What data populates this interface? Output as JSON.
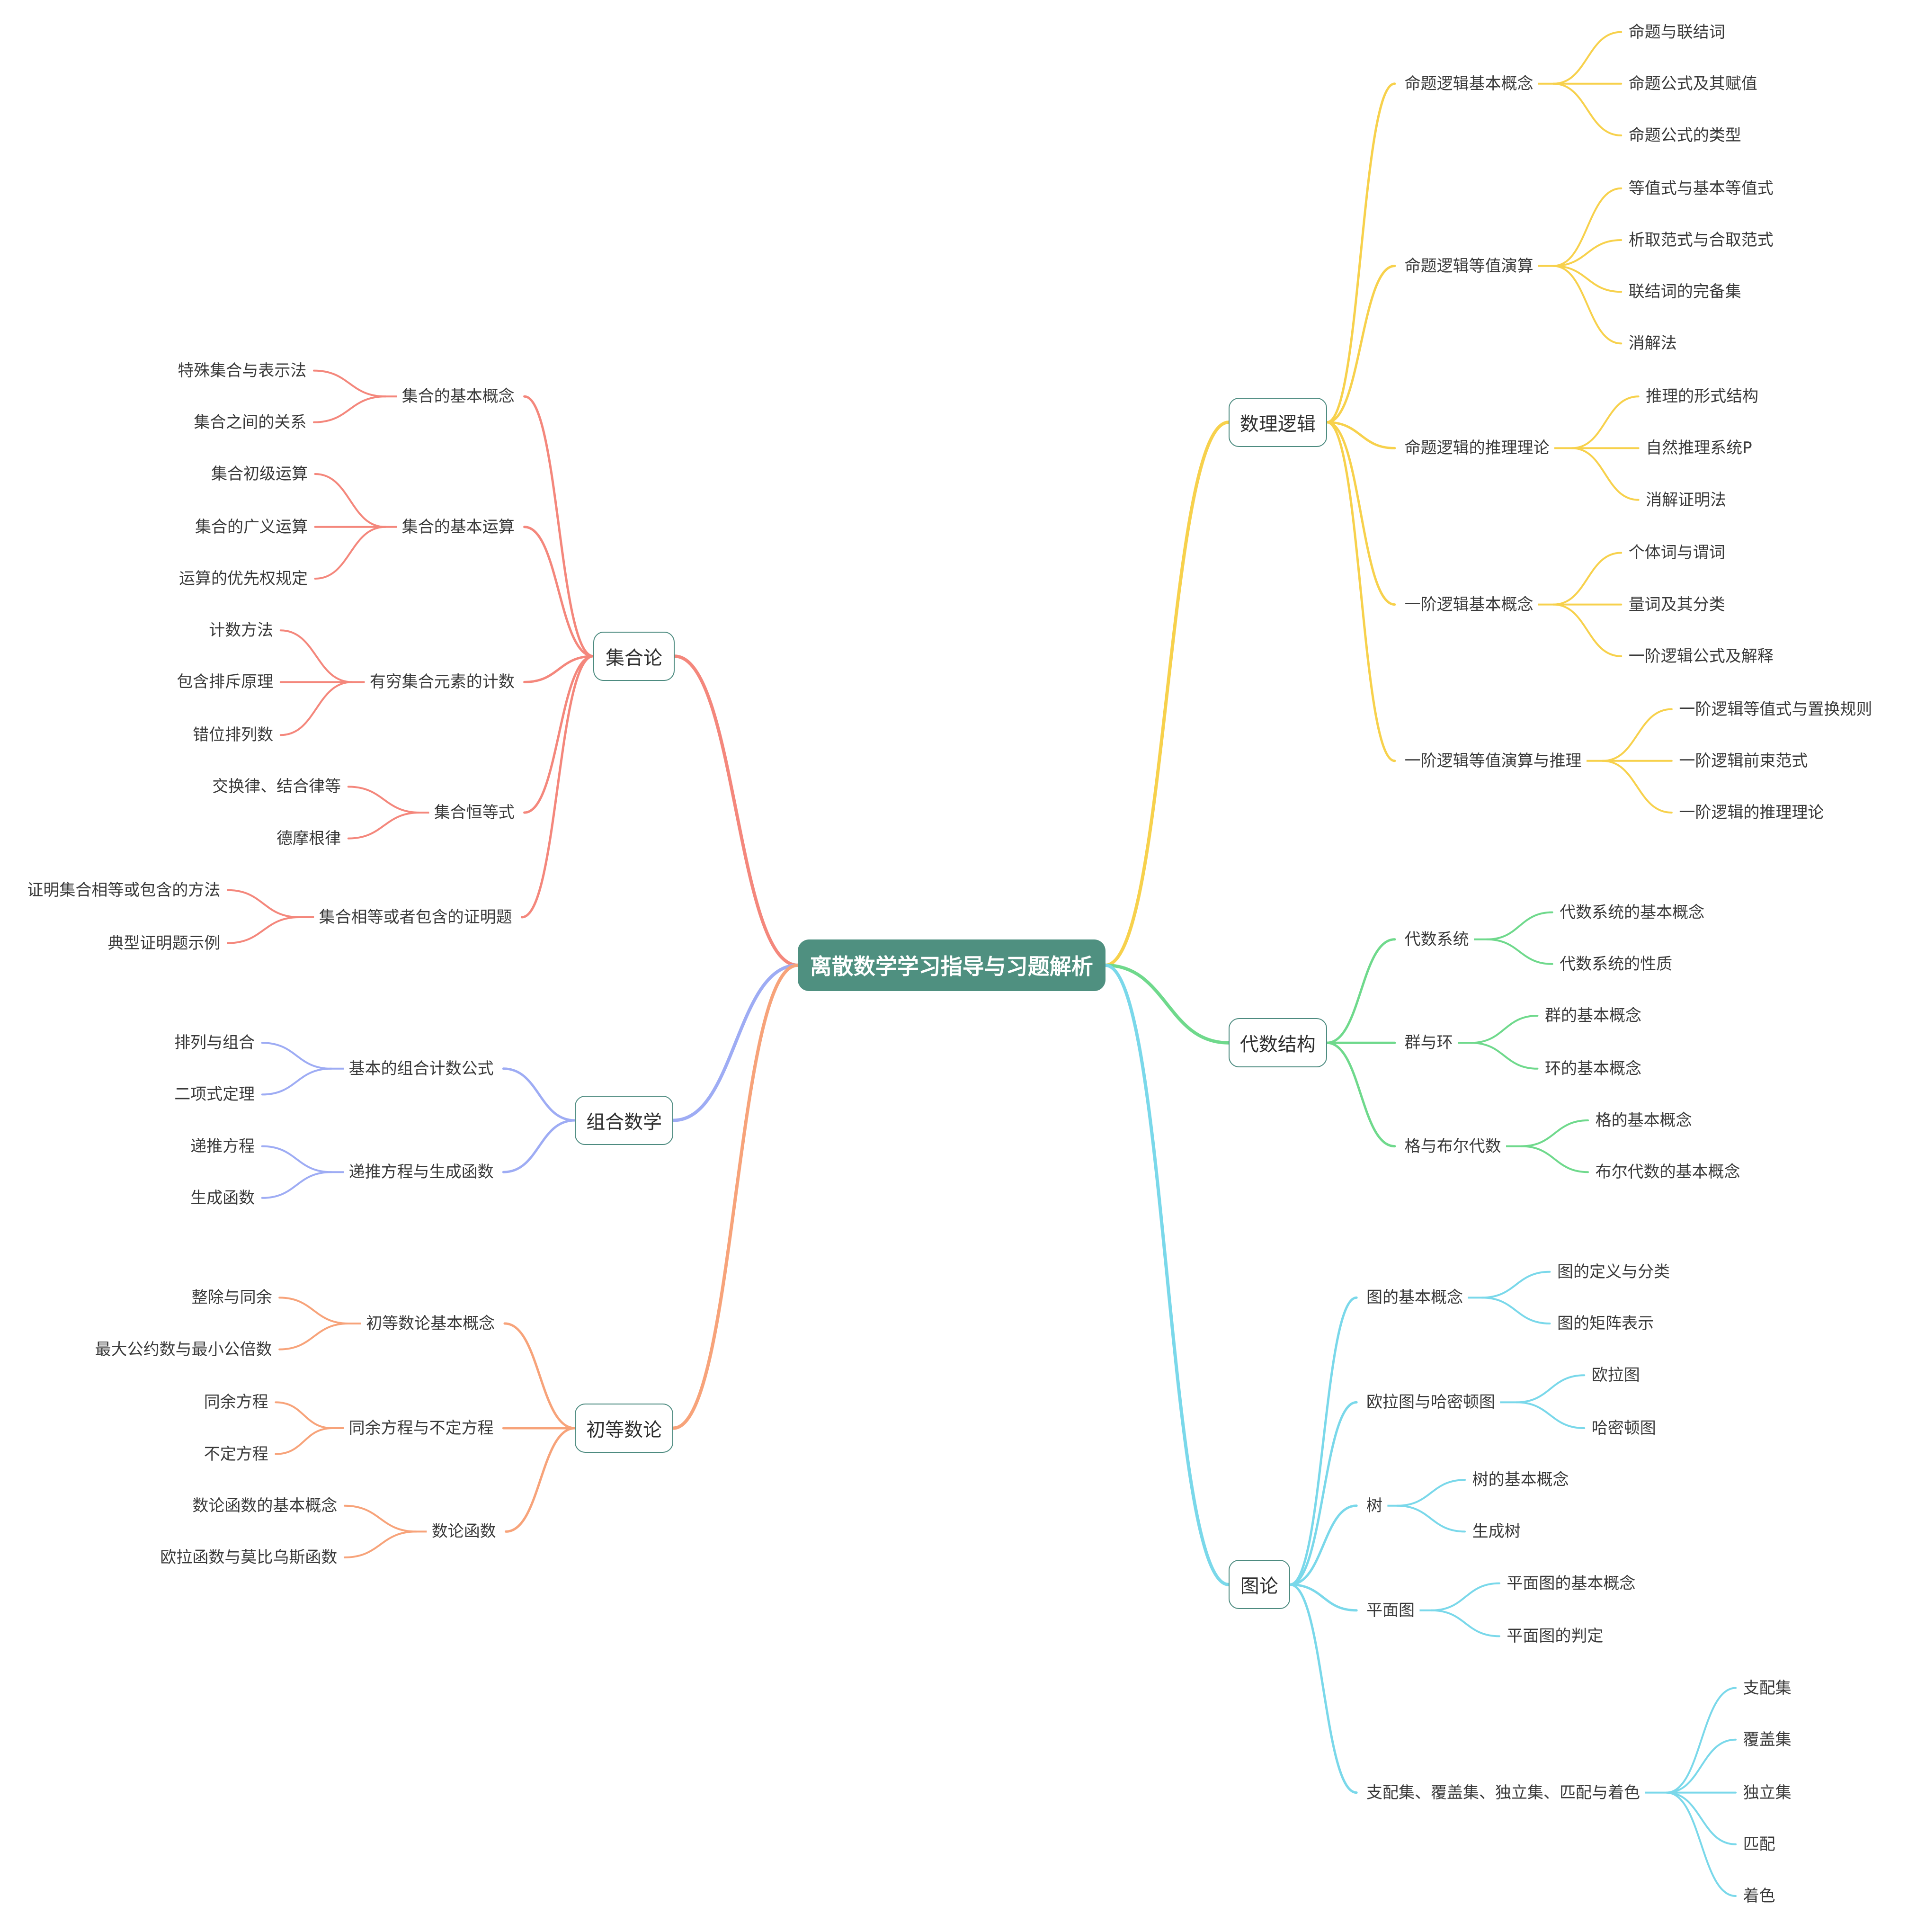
{
  "root": "离散数学学习指导与习题解析",
  "branches": [
    {
      "title": "数理逻辑",
      "color": "#f7d14c",
      "side": "right",
      "children": [
        {
          "label": "命题逻辑基本概念",
          "children": [
            "命题与联结词",
            "命题公式及其赋值",
            "命题公式的类型"
          ]
        },
        {
          "label": "命题逻辑等值演算",
          "children": [
            "等值式与基本等值式",
            "析取范式与合取范式",
            "联结词的完备集",
            "消解法"
          ]
        },
        {
          "label": "命题逻辑的推理理论",
          "children": [
            "推理的形式结构",
            "自然推理系统P",
            "消解证明法"
          ]
        },
        {
          "label": "一阶逻辑基本概念",
          "children": [
            "个体词与谓词",
            "量词及其分类",
            "一阶逻辑公式及解释"
          ]
        },
        {
          "label": "一阶逻辑等值演算与推理",
          "children": [
            "一阶逻辑等值式与置换规则",
            "一阶逻辑前束范式",
            "一阶逻辑的推理理论"
          ]
        }
      ]
    },
    {
      "title": "代数结构",
      "color": "#6fd98c",
      "side": "right",
      "children": [
        {
          "label": "代数系统",
          "children": [
            "代数系统的基本概念",
            "代数系统的性质"
          ]
        },
        {
          "label": "群与环",
          "children": [
            "群的基本概念",
            "环的基本概念"
          ]
        },
        {
          "label": "格与布尔代数",
          "children": [
            "格的基本概念",
            "布尔代数的基本概念"
          ]
        }
      ]
    },
    {
      "title": "图论",
      "color": "#7ad8ea",
      "side": "right",
      "children": [
        {
          "label": "图的基本概念",
          "children": [
            "图的定义与分类",
            "图的矩阵表示"
          ]
        },
        {
          "label": "欧拉图与哈密顿图",
          "children": [
            "欧拉图",
            "哈密顿图"
          ]
        },
        {
          "label": "树",
          "children": [
            "树的基本概念",
            "生成树"
          ]
        },
        {
          "label": "平面图",
          "children": [
            "平面图的基本概念",
            "平面图的判定"
          ]
        },
        {
          "label": "支配集、覆盖集、独立集、匹配与着色",
          "children": [
            "支配集",
            "覆盖集",
            "独立集",
            "匹配",
            "着色"
          ]
        }
      ]
    },
    {
      "title": "集合论",
      "color": "#f4877c",
      "side": "left",
      "children": [
        {
          "label": "集合的基本概念",
          "children": [
            "特殊集合与表示法",
            "集合之间的关系"
          ]
        },
        {
          "label": "集合的基本运算",
          "children": [
            "集合初级运算",
            "集合的广义运算",
            "运算的优先权规定"
          ]
        },
        {
          "label": "有穷集合元素的计数",
          "children": [
            "计数方法",
            "包含排斥原理",
            "错位排列数"
          ]
        },
        {
          "label": "集合恒等式",
          "children": [
            "交换律、结合律等",
            "德摩根律"
          ]
        },
        {
          "label": "集合相等或者包含的证明题",
          "children": [
            "证明集合相等或包含的方法",
            "典型证明题示例"
          ]
        }
      ]
    },
    {
      "title": "组合数学",
      "color": "#9eacf4",
      "side": "left",
      "children": [
        {
          "label": "基本的组合计数公式",
          "children": [
            "排列与组合",
            "二项式定理"
          ]
        },
        {
          "label": "递推方程与生成函数",
          "children": [
            "递推方程",
            "生成函数"
          ]
        }
      ]
    },
    {
      "title": "初等数论",
      "color": "#f7a37a",
      "side": "left",
      "children": [
        {
          "label": "初等数论基本概念",
          "children": [
            "整除与同余",
            "最大公约数与最小公倍数"
          ]
        },
        {
          "label": "同余方程与不定方程",
          "children": [
            "同余方程",
            "不定方程"
          ]
        },
        {
          "label": "数论函数",
          "children": [
            "数论函数的基本概念",
            "欧拉函数与莫比乌斯函数"
          ]
        }
      ]
    }
  ]
}
